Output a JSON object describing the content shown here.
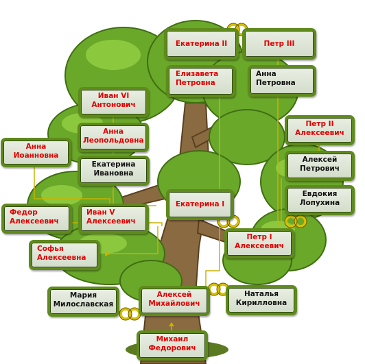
{
  "colors": {
    "highlight_text": "#e00000",
    "normal_text": "#111111",
    "frame": "#5f8a1c",
    "connector": "#c8b400",
    "foliage": "#6aa82a",
    "trunk": "#8a6a40"
  },
  "icons": {
    "marriage": "double-ring-icon"
  },
  "nodes": {
    "ekaterina2": "Екатерина II",
    "petr3": "Петр III",
    "elizaveta": "Елизавета\nПетровна",
    "anna_petrovna": "Анна\nПетровна",
    "ivan6": "Иван VI\nАнтонович",
    "anna_leopoldovna": "Анна\nЛеопольдовна",
    "petr2": "Петр II\nАлексеевич",
    "anna_ioannovna": "Анна\nИоанновна",
    "ekaterina_ivanovna": "Екатерина\nИвановна",
    "aleksey_petrovich": "Алексей\nПетрович",
    "evdokiya": "Евдокия\nЛопухина",
    "ekaterina1": "Екатерина I",
    "fedor": "Федор\nАлексеевич",
    "ivan5": "Иван V\nАлексеевич",
    "petr1": "Петр I\nАлексеевич",
    "sofya": "Софья\nАлексеевна",
    "mariya": "Мария\nМилославская",
    "aleksey_mikh": "Алексей\nМихайлович",
    "natalya": "Наталья\nКирилловна",
    "mikhail": "Михаил\nФедорович"
  }
}
